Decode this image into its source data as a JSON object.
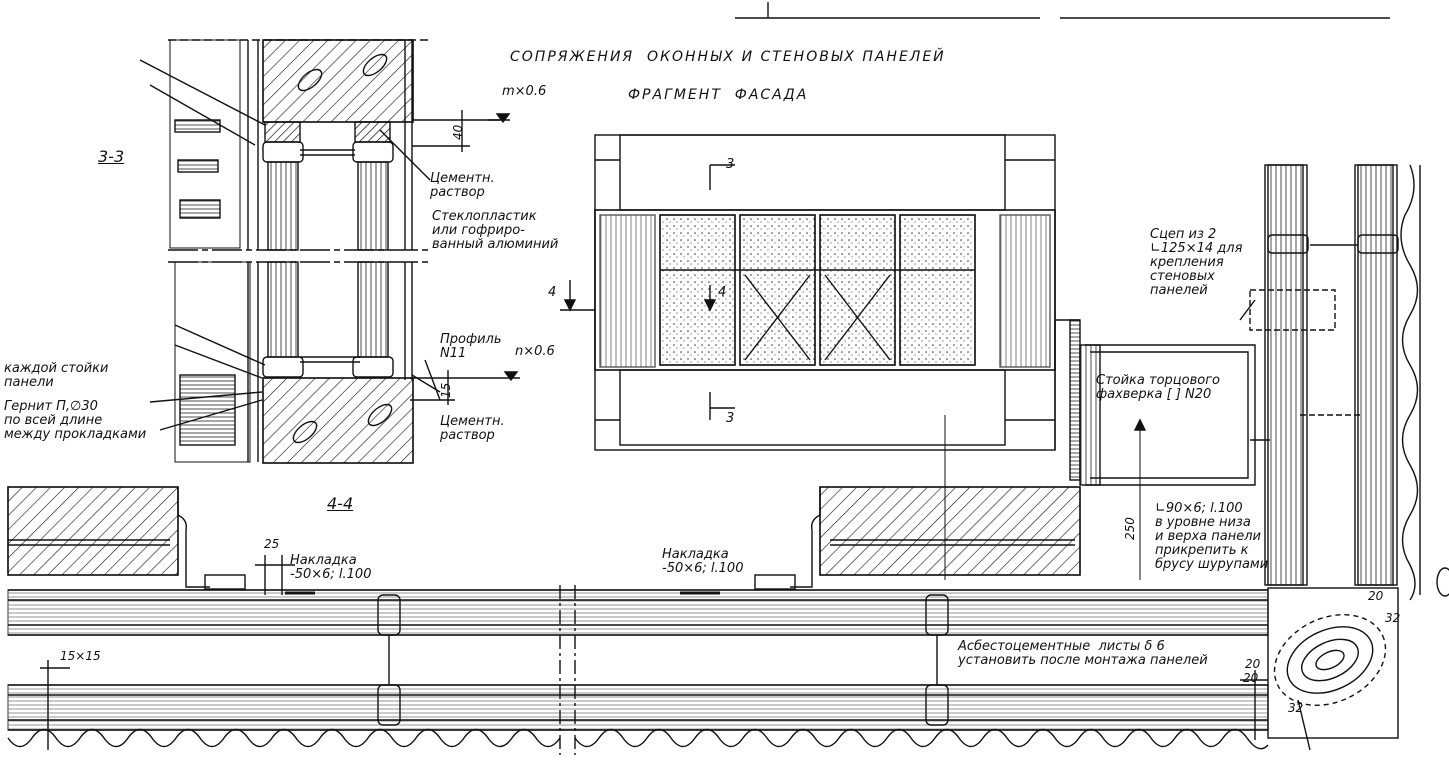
{
  "header": {
    "title": "СОПРЯЖЕНИЯ  ОКОННЫХ И СТЕНОВЫХ ПАНЕЛЕЙ",
    "subtitle": "ФРАГМЕНТ  ФАСАДА"
  },
  "section_3_3": {
    "title": "3-3",
    "level_top": "m×0.6",
    "dim_top": "40",
    "mortar_top": "Цементн.\nраствор",
    "cladding": "Стеклопластик\nили гофриро-\nванный алюминий",
    "profile": "Профиль\nN11",
    "level_bottom": "n×0.6",
    "dim_bottom": "15",
    "mortar_bottom": "Цементн.\nраствор",
    "note_left_1": "каждой стойки\nпанели",
    "note_left_2": "Гернит П,∅30\nпо всей длине\nмежду прокладками"
  },
  "facade": {
    "mark_3_top": "3",
    "mark_3_bottom": "3",
    "mark_4_left": "4",
    "mark_4_inner": "4"
  },
  "right_detail": {
    "coupler": "Сцеп из 2\n∟125×14 для\nкрепления\nстеновых\nпанелей",
    "post": "Стойка торцового\nфахверка [ ] N20",
    "angle": "∟90×6; l.100\nв уровне низа\nи верха панели\nприкрепить к\nбрусу шурупами",
    "dim_250": "250",
    "dim_20a": "20",
    "dim_32a": "32",
    "dim_20b": "20",
    "dim_32b": "32"
  },
  "section_4_4": {
    "title": "4-4",
    "dim_25": "25",
    "plate_1": "Накладка\n-50×6; l.100",
    "plate_2": "Накладка\n-50×6; l.100",
    "dim_15x15": "15×15",
    "asbestos": "Асбестоцементные  листы δ 6\nустановить после монтажа панелей",
    "dim_20c": "20"
  }
}
